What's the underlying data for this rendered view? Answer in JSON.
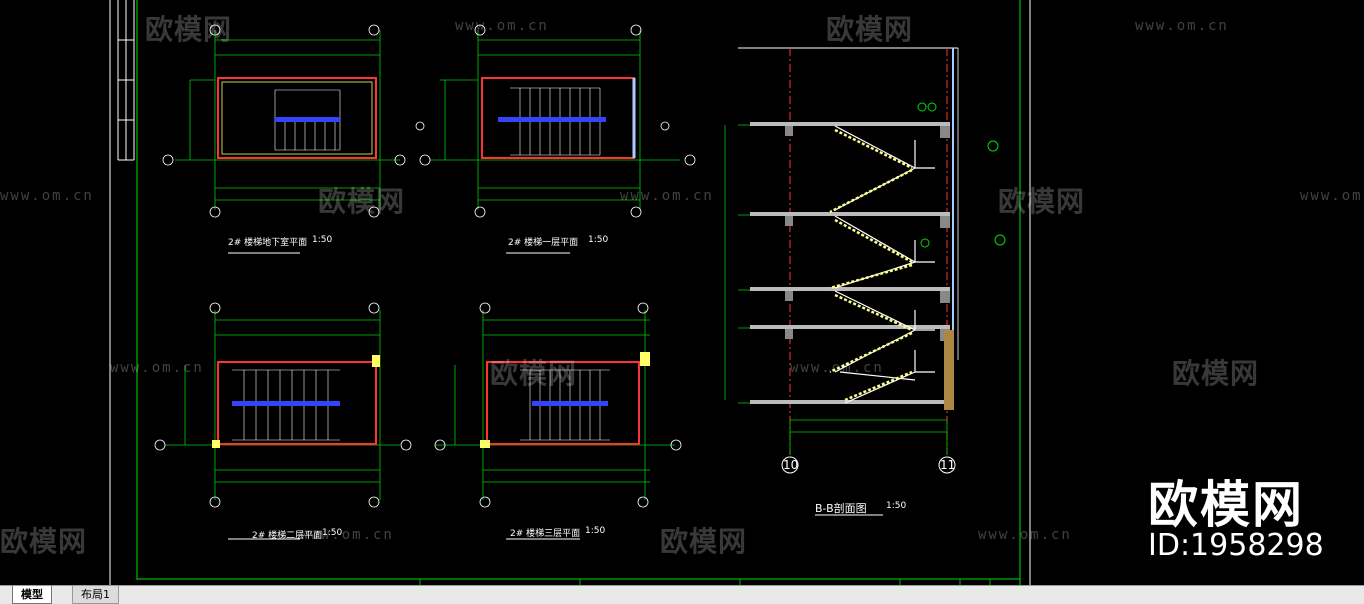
{
  "watermarks": {
    "logo_text": "欧模网",
    "url_text": "www.om.cn"
  },
  "drawing_titles": {
    "plan_basement": "2# 楼梯地下室平面",
    "plan_first": "2# 楼梯一层平面",
    "plan_second": "2# 楼梯二层平面",
    "plan_third": "2# 楼梯三层平面",
    "section": "B-B剖面图",
    "scale": "1:50"
  },
  "axis_labels": {
    "left": "10",
    "right": "11"
  },
  "brand": {
    "name": "欧模网",
    "id": "ID:1958298"
  },
  "tabs": [
    {
      "label": "模型",
      "active": true
    },
    {
      "label": "布局1",
      "active": false
    }
  ]
}
